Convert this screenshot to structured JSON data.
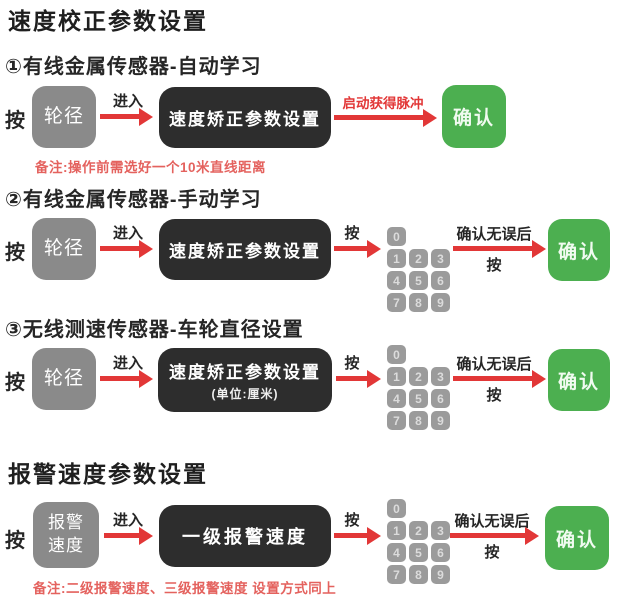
{
  "colors": {
    "accent_red": "#e23737",
    "note_red": "#e4625e",
    "button_gray": "#8a8a8a",
    "display_black": "#2d2d2d",
    "confirm_green": "#4caf50",
    "key_gray": "#9b9b9b"
  },
  "titles": {
    "speed_calibration": "速度校正参数设置",
    "alarm_speed": "报警速度参数设置"
  },
  "keypad": {
    "keys": [
      "0",
      "1",
      "2",
      "3",
      "4",
      "5",
      "6",
      "7",
      "8",
      "9"
    ]
  },
  "sections": [
    {
      "heading": "①有线金属传感器-自动学习",
      "press": "按",
      "button": "轮径",
      "enter_label": "进入",
      "display": "速度矫正参数设置",
      "action_label": "启动获得脉冲",
      "confirm": "确认",
      "note": "备注:操作前需选好一个10米直线距离"
    },
    {
      "heading": "②有线金属传感器-手动学习",
      "press": "按",
      "button": "轮径",
      "enter_label": "进入",
      "display": "速度矫正参数设置",
      "press_keypad_label": "按",
      "confirm_check_top": "确认无误后",
      "confirm_check_bottom": "按",
      "confirm": "确认"
    },
    {
      "heading": "③无线测速传感器-车轮直径设置",
      "press": "按",
      "button": "轮径",
      "enter_label": "进入",
      "display": "速度矫正参数设置",
      "display_sub": "(单位:厘米)",
      "press_keypad_label": "按",
      "confirm_check_top": "确认无误后",
      "confirm_check_bottom": "按",
      "confirm": "确认"
    },
    {
      "press": "按",
      "button_line1": "报警",
      "button_line2": "速度",
      "enter_label": "进入",
      "display": "一级报警速度",
      "press_keypad_label": "按",
      "confirm_check_top": "确认无误后",
      "confirm_check_bottom": "按",
      "confirm": "确认",
      "note": "备注:二级报警速度、三级报警速度 设置方式同上"
    }
  ]
}
